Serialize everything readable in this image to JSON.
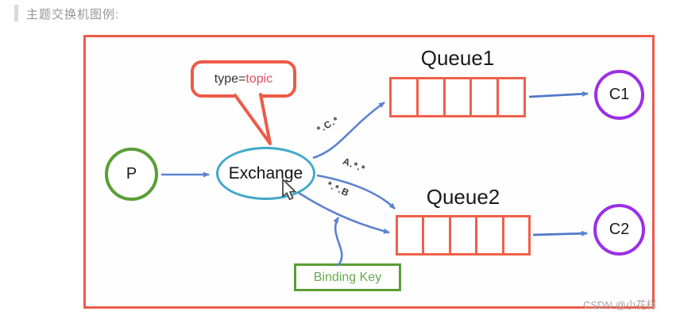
{
  "page": {
    "title": "主题交换机图例:"
  },
  "diagram": {
    "producer": {
      "label": "P"
    },
    "exchange": {
      "label": "Exchange"
    },
    "exchange_type": {
      "prefix": "type=",
      "value": "topic"
    },
    "binding_key_label": "Binding Key",
    "routing_keys": [
      {
        "label": "*.C.*",
        "target": "Queue1"
      },
      {
        "label": "A.*.*",
        "target": "Queue2"
      },
      {
        "label": "*.*.B",
        "target": "Queue2"
      }
    ],
    "queues": [
      {
        "name": "Queue1",
        "cells": 5
      },
      {
        "name": "Queue2",
        "cells": 5
      }
    ],
    "consumers": [
      {
        "label": "C1"
      },
      {
        "label": "C2"
      }
    ],
    "colors": {
      "frame_border": "#ee5b49",
      "queue_border": "#f0604a",
      "bubble_border": "#ee5a47",
      "topic_text": "#e84a5f",
      "exchange_border": "#41a9c9",
      "producer_border": "#5a9e35",
      "consumer_border": "#9b2fe8",
      "binding_border": "#5a9e35",
      "binding_text": "#6aa84f",
      "arrow": "#5b82cf"
    }
  },
  "watermark": "CSDN @小花样"
}
